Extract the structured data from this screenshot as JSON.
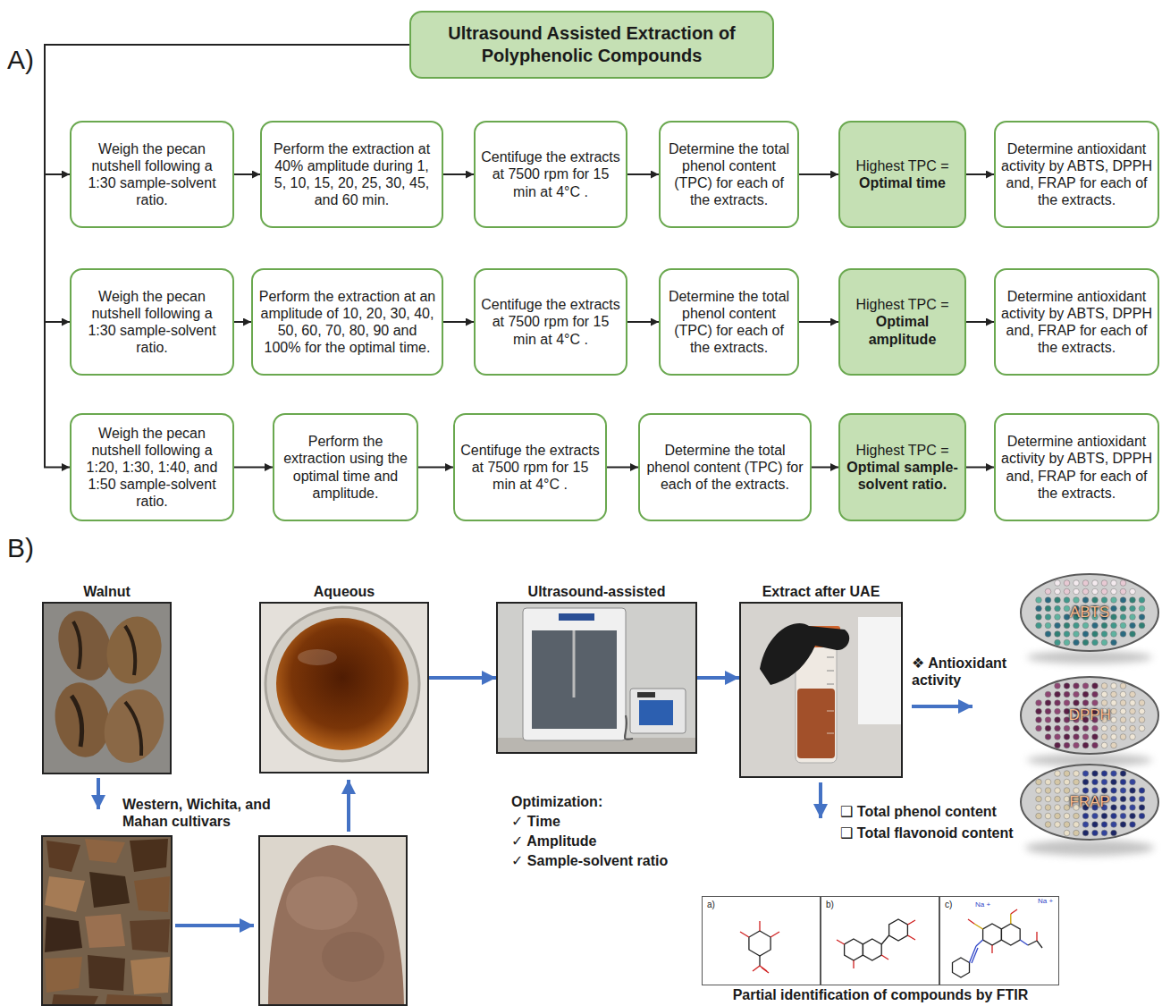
{
  "diagram": {
    "nodes": [
      {
        "text": [
          "Ultrasound Assisted Extraction of Polyphenolic Compounds"
        ]
      },
      {
        "text": [
          "Weigh the pecan nutshell following a 1:30 sample-solvent ratio."
        ]
      },
      {
        "text": [
          "Perform the extraction at 40% amplitude during 1, 5, 10, 15, 20, 25, 30, 45, and 60 min."
        ]
      },
      {
        "text": [
          "Centifuge the extracts at 7500 rpm for 15 min at 4°C ."
        ]
      },
      {
        "text": [
          "Determine the total phenol content (TPC) for each of the extracts."
        ]
      },
      {
        "text": [
          "Highest TPC =",
          "Optimal time"
        ]
      },
      {
        "text": [
          "Determine antioxidant activity by ABTS, DPPH and, FRAP for each of the extracts."
        ]
      },
      {
        "text": [
          "Weigh the pecan nutshell following a 1:30 sample-solvent ratio."
        ]
      },
      {
        "text": [
          "Perform the extraction at an amplitude of 10, 20, 30, 40, 50, 60, 70, 80, 90 and 100% for the optimal time."
        ]
      },
      {
        "text": [
          "Centifuge the extracts at 7500 rpm for 15 min at 4°C ."
        ]
      },
      {
        "text": [
          "Determine the total phenol content (TPC) for each of the extracts."
        ]
      },
      {
        "text": [
          "Highest TPC =",
          "Optimal amplitude"
        ]
      },
      {
        "text": [
          "Determine antioxidant activity by ABTS, DPPH and, FRAP for each of the extracts."
        ]
      },
      {
        "text": [
          "Weigh the pecan nutshell following a 1:20, 1:30, 1:40, and 1:50 sample-solvent ratio."
        ]
      },
      {
        "text": [
          "Perform the extraction using the optimal time and amplitude."
        ]
      },
      {
        "text": [
          "Centifuge the extracts at 7500 rpm for 15 min at 4°C ."
        ]
      },
      {
        "text": [
          "Determine the total phenol content (TPC) for each of the extracts."
        ]
      },
      {
        "text": [
          "Highest TPC =",
          "Optimal sample-solvent ratio."
        ]
      },
      {
        "text": [
          "Determine antioxidant activity by ABTS, DPPH and, FRAP for each of the extracts."
        ]
      },
      {
        "text": [
          "Walnut"
        ]
      },
      {
        "text": [
          "Aqueous"
        ]
      },
      {
        "text": [
          "Ultrasound-assisted"
        ]
      },
      {
        "text": [
          "Extract after UAE"
        ]
      },
      {
        "text": [
          "ABTS"
        ]
      },
      {
        "text": [
          "DPPH"
        ]
      },
      {
        "text": [
          "FRAP"
        ]
      },
      {
        "text": [
          "Partial identification of compounds by FTIR"
        ]
      },
      {
        "text": [
          "a)"
        ],
        "in": 26
      },
      {
        "text": [
          "b)"
        ],
        "in": 26
      },
      {
        "text": [
          "c)",
          "Na +",
          "Na +"
        ],
        "in": 26
      }
    ],
    "edges": [
      {
        "from": 0,
        "to": 1,
        "arrow": "to"
      },
      {
        "from": 0,
        "to": 7,
        "arrow": "to"
      },
      {
        "from": 0,
        "to": 13,
        "arrow": "to"
      },
      {
        "from": 1,
        "to": 2,
        "arrow": "to"
      },
      {
        "from": 2,
        "to": 3,
        "arrow": "to"
      },
      {
        "from": 3,
        "to": 4,
        "arrow": "to"
      },
      {
        "from": 4,
        "to": 5,
        "arrow": "to"
      },
      {
        "from": 5,
        "to": 6,
        "arrow": "to"
      },
      {
        "from": 7,
        "to": 8,
        "arrow": "to"
      },
      {
        "from": 8,
        "to": 9,
        "arrow": "to"
      },
      {
        "from": 9,
        "to": 10,
        "arrow": "to"
      },
      {
        "from": 10,
        "to": 11,
        "arrow": "to"
      },
      {
        "from": 11,
        "to": 12,
        "arrow": "to"
      },
      {
        "from": 13,
        "to": 14,
        "arrow": "to"
      },
      {
        "from": 14,
        "to": 15,
        "arrow": "to"
      },
      {
        "from": 15,
        "to": 16,
        "arrow": "to"
      },
      {
        "from": 16,
        "to": 17,
        "arrow": "to"
      },
      {
        "from": 17,
        "to": 18,
        "arrow": "to"
      },
      {
        "from": 20,
        "to": 21,
        "arrow": "to"
      },
      {
        "from": 21,
        "to": 22,
        "arrow": "to"
      }
    ],
    "labels": [
      "A)",
      "B)",
      "Western, Wichita, and Mahan cultivars",
      "Optimization:",
      "✓ Time",
      "✓ Amplitude",
      "✓ Sample-solvent ratio",
      "❖ Antioxidant activity",
      "❑ Total phenol content",
      "❑ Total flavonoid content"
    ]
  }
}
